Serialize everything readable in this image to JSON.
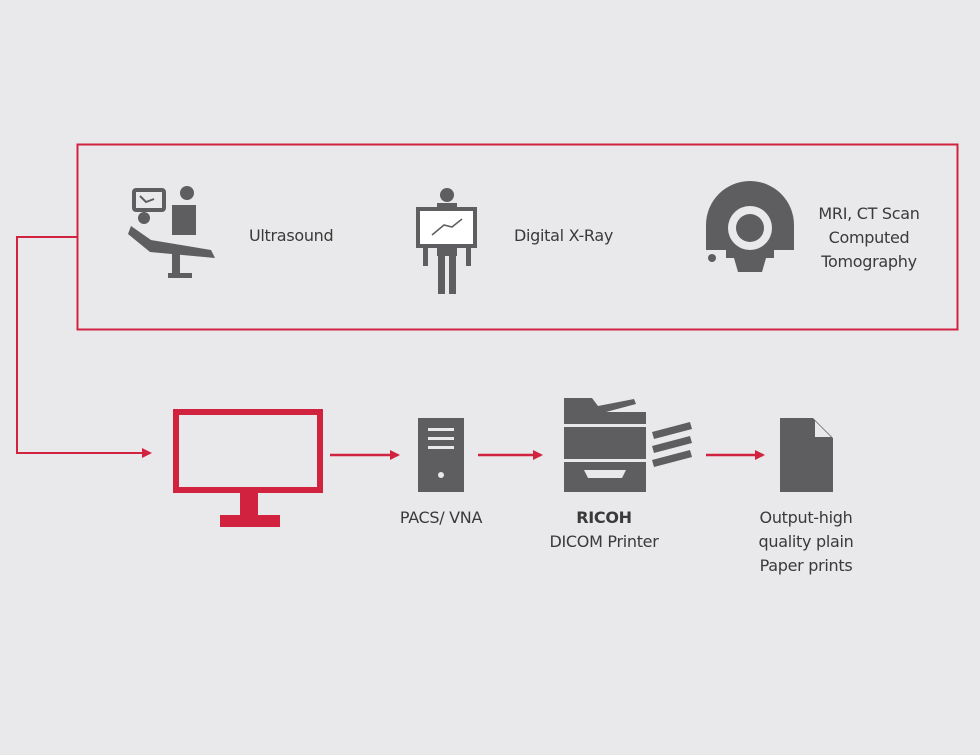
{
  "colors": {
    "accent": "#d1223f",
    "icon": "#5e5e60",
    "background": "#e9e9eb"
  },
  "sources": [
    {
      "label": "Ultrasound",
      "icon": "ultrasound-icon"
    },
    {
      "label": "Digital X-Ray",
      "icon": "xray-icon"
    },
    {
      "label_lines": [
        "MRI, CT Scan",
        "Computed",
        "Tomography"
      ],
      "icon": "mri-scanner-icon"
    }
  ],
  "flow": {
    "monitor": {
      "icon": "monitor-icon"
    },
    "pacs": {
      "label": "PACS/ VNA",
      "icon": "server-icon"
    },
    "printer": {
      "brand": "RICOH",
      "label": "DICOM Printer",
      "icon": "printer-icon"
    },
    "output": {
      "label_lines": [
        "Output-high",
        "quality plain",
        "Paper prints"
      ],
      "icon": "document-icon"
    }
  }
}
